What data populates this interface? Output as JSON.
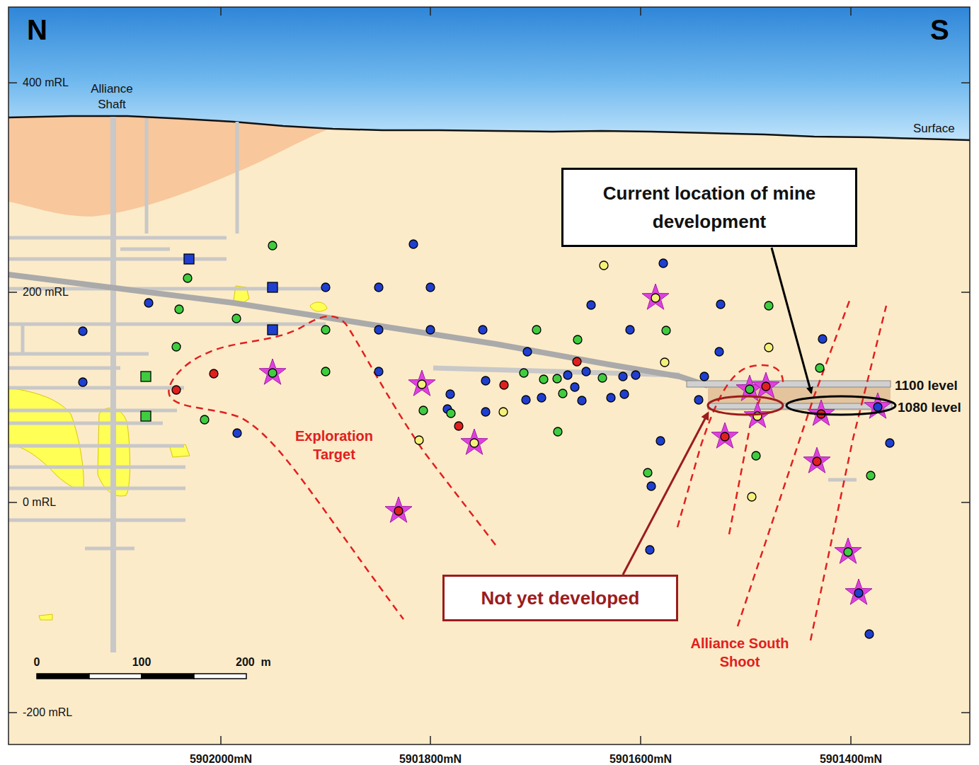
{
  "diagram": {
    "nodes": [
      {
        "text": [
          "Current location of mine development"
        ]
      },
      {
        "text": [
          "Not yet developed"
        ]
      }
    ],
    "labels": [
      "N",
      "S",
      "400 mRL",
      "Alliance Shaft",
      "200 mRL",
      "0 mRL",
      "-200 mRL",
      "Surface",
      "1100 level",
      "1080 level",
      "Exploration Target",
      "Alliance South Shoot",
      "0",
      "100",
      "200  m",
      "5902000mN",
      "5901800mN",
      "5901600mN",
      "5901400mN"
    ]
  }
}
